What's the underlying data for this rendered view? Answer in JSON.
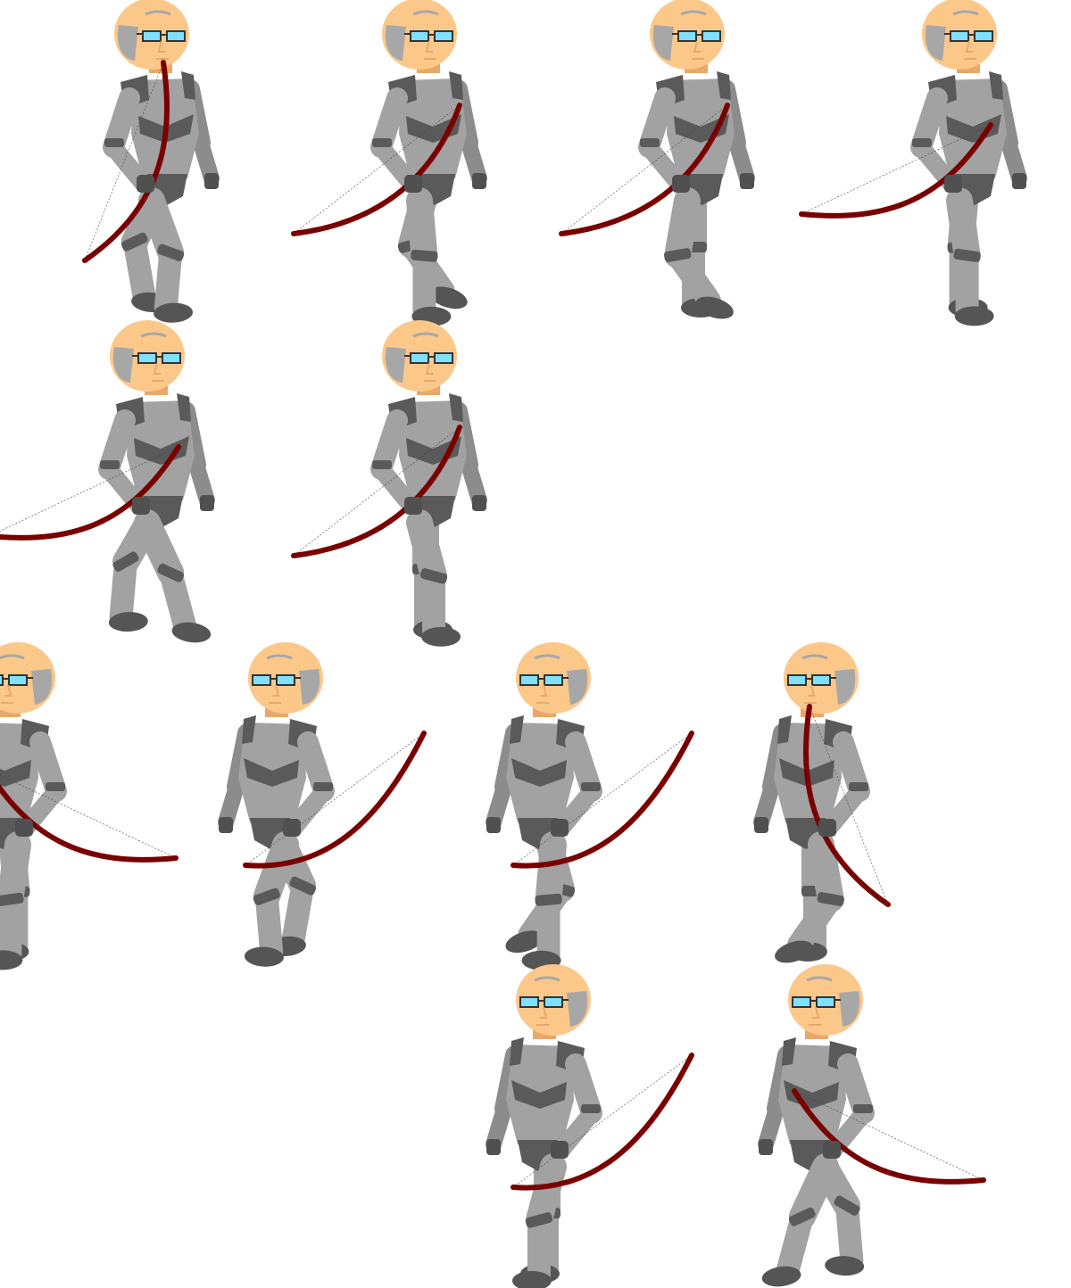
{
  "sprite_sheet": {
    "background": "#ffffff",
    "palette": {
      "skin": "#fbc88a",
      "skin_shade": "#e9a86a",
      "hair": "#a7a7a7",
      "armor_light": "#a2a2a2",
      "armor_mid": "#8c8c8c",
      "armor_dark": "#5a5a5a",
      "glove": "#505050",
      "boot": "#555555",
      "bow": "#7a0000",
      "bowstring": "#444444",
      "lens": "#7fe0ff",
      "frame": "#333333"
    },
    "frames": [
      {
        "id": "r1c1",
        "facing": "right",
        "pose": "walk-a",
        "bow": "vertical"
      },
      {
        "id": "r1c2",
        "facing": "right",
        "pose": "walk-b",
        "bow": "diagonal-low"
      },
      {
        "id": "r1c3",
        "facing": "right",
        "pose": "walk-c",
        "bow": "diagonal-low"
      },
      {
        "id": "r1c4",
        "facing": "right",
        "pose": "stand",
        "bow": "horizontal"
      },
      {
        "id": "r2c1",
        "facing": "right",
        "pose": "stride",
        "bow": "horizontal"
      },
      {
        "id": "r2c2",
        "facing": "right",
        "pose": "walk-d",
        "bow": "diagonal-low"
      },
      {
        "id": "r3c1",
        "facing": "left",
        "pose": "stand",
        "bow": "horizontal"
      },
      {
        "id": "r3c2",
        "facing": "left",
        "pose": "walk-a",
        "bow": "diagonal-high"
      },
      {
        "id": "r3c3",
        "facing": "left",
        "pose": "walk-b",
        "bow": "diagonal-high"
      },
      {
        "id": "r3c4",
        "facing": "left",
        "pose": "walk-c",
        "bow": "vertical"
      },
      {
        "id": "r4c3",
        "facing": "left",
        "pose": "walk-d",
        "bow": "diagonal-high"
      },
      {
        "id": "r4c4",
        "facing": "left",
        "pose": "stride",
        "bow": "horizontal"
      }
    ]
  }
}
